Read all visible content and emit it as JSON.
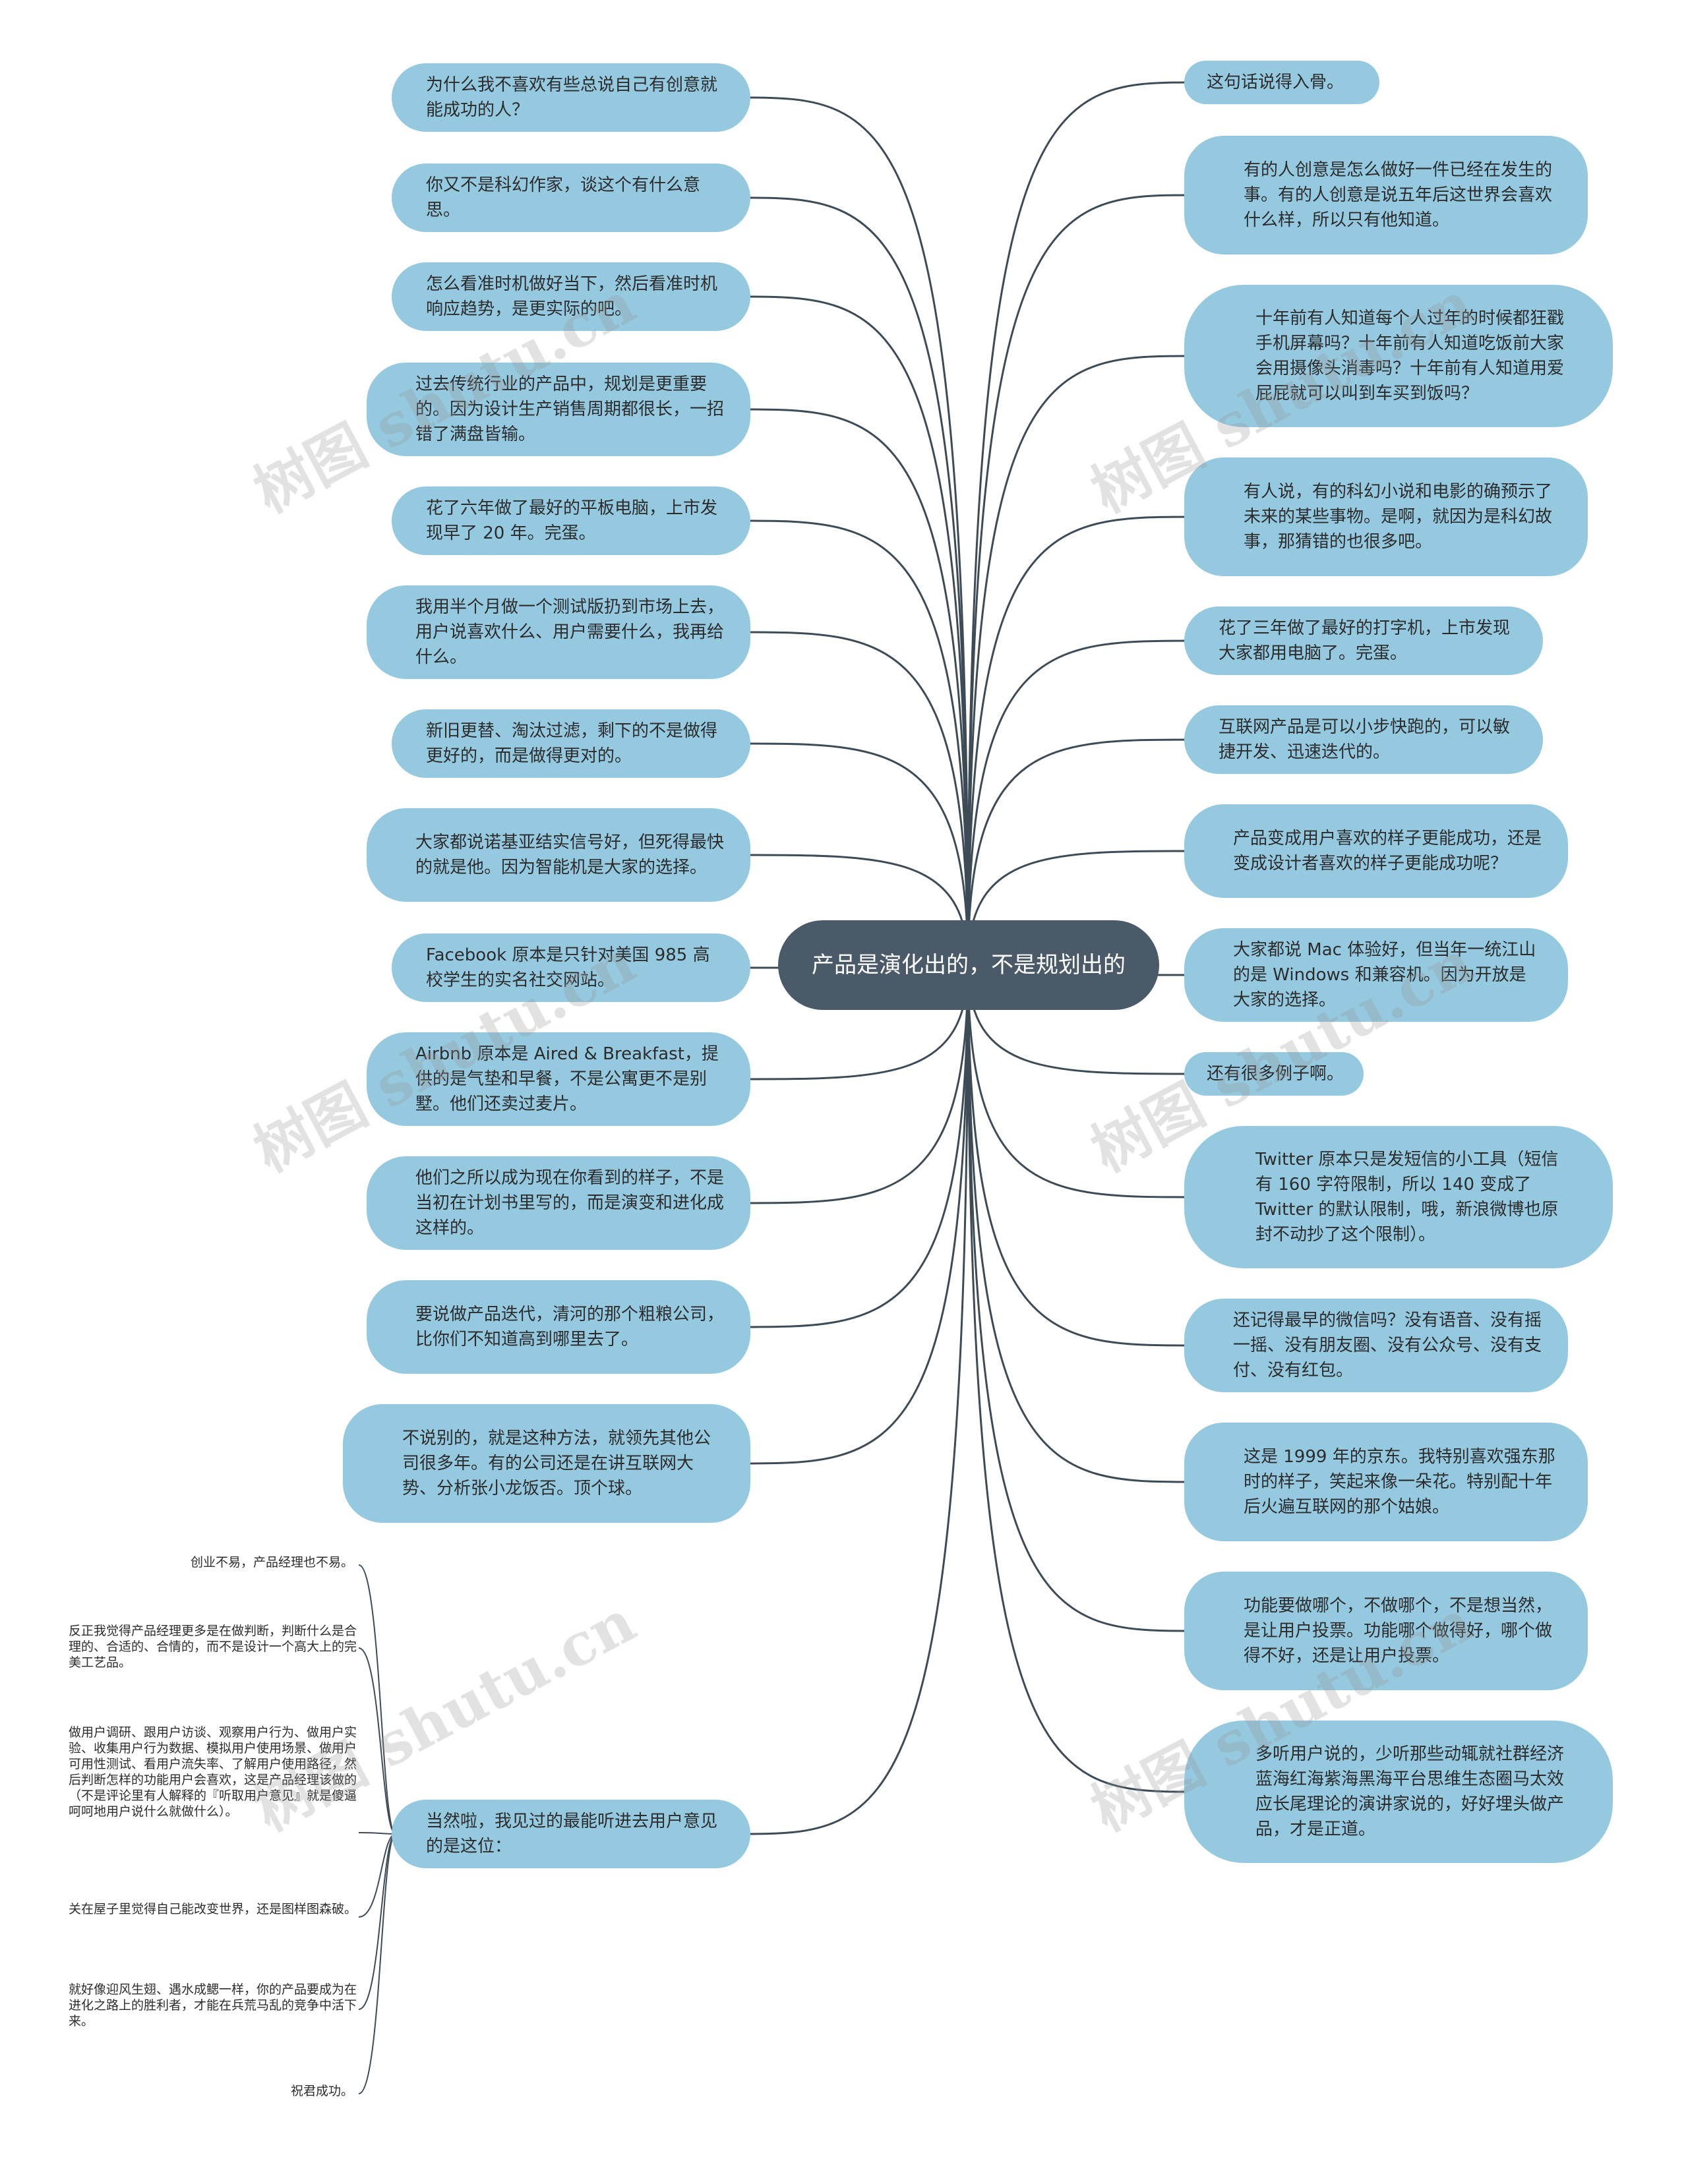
{
  "central": "产品是演化出的，不是规划出的",
  "left_nodes": [
    "为什么我不喜欢有些总说自己有创意就能成功的人？",
    "你又不是科幻作家，谈这个有什么意思。",
    "怎么看准时机做好当下，然后看准时机响应趋势，是更实际的吧。",
    "过去传统行业的产品中，规划是更重要的。因为设计生产销售周期都很长，一招错了满盘皆输。",
    "花了六年做了最好的平板电脑，上市发现早了 20 年。完蛋。",
    "我用半个月做一个测试版扔到市场上去，用户说喜欢什么、用户需要什么，我再给什么。",
    "新旧更替、淘汰过滤，剩下的不是做得更好的，而是做得更对的。",
    "大家都说诺基亚结实信号好，但死得最快的就是他。因为智能机是大家的选择。",
    "Facebook 原本是只针对美国 985 高校学生的实名社交网站。",
    "Airbnb 原本是 Aired & Breakfast，提供的是气垫和早餐，不是公寓更不是别墅。他们还卖过麦片。",
    "他们之所以成为现在你看到的样子，不是当初在计划书里写的，而是演变和进化成这样的。",
    "要说做产品迭代，清河的那个粗粮公司，比你们不知道高到哪里去了。",
    "不说别的，就是这种方法，就领先其他公司很多年。有的公司还是在讲互联网大势、分析张小龙饭否。顶个球。",
    "当然啦，我见过的最能听进去用户意见的是这位："
  ],
  "right_nodes": [
    "这句话说得入骨。",
    "有的人创意是怎么做好一件已经在发生的事。有的人创意是说五年后这世界会喜欢什么样，所以只有他知道。",
    "十年前有人知道每个人过年的时候都狂戳手机屏幕吗？十年前有人知道吃饭前大家会用摄像头消毒吗？十年前有人知道用爱屁屁就可以叫到车买到饭吗？",
    "有人说，有的科幻小说和电影的确预示了未来的某些事物。是啊，就因为是科幻故事，那猜错的也很多吧。",
    "花了三年做了最好的打字机，上市发现大家都用电脑了。完蛋。",
    "互联网产品是可以小步快跑的，可以敏捷开发、迅速迭代的。",
    "产品变成用户喜欢的样子更能成功，还是变成设计者喜欢的样子更能成功呢？",
    "大家都说 Mac 体验好，但当年一统江山的是 Windows 和兼容机。因为开放是大家的选择。",
    "还有很多例子啊。",
    "Twitter 原本只是发短信的小工具（短信有 160 字符限制，所以 140 变成了 Twitter 的默认限制，哦，新浪微博也原封不动抄了这个限制）。",
    "还记得最早的微信吗？没有语音、没有摇一摇、没有朋友圈、没有公众号、没有支付、没有红包。",
    "这是 1999 年的京东。我特别喜欢强东那时的样子，笑起来像一朵花。特别配十年后火遍互联网的那个姑娘。",
    "功能要做哪个，不做哪个，不是想当然，是让用户投票。功能哪个做得好，哪个做得不好，还是让用户投票。",
    "多听用户说的，少听那些动辄就社群经济蓝海红海紫海黑海平台思维生态圈马太效应长尾理论的演讲家说的，好好埋头做产品，才是正道。"
  ],
  "sub_leaves": [
    "创业不易，产品经理也不易。",
    "反正我觉得产品经理更多是在做判断，判断什么是合理的、合适的、合情的，而不是设计一个高大上的完美工艺品。",
    "做用户调研、跟用户访谈、观察用户行为、做用户实验、收集用户行为数据、模拟用户使用场景、做用户可用性测试、看用户流失率、了解用户使用路径，然后判断怎样的功能用户会喜欢，这是产品经理该做的（不是评论里有人解释的『听取用户意见』就是傻逼呵呵地用户说什么就做什么）。",
    "关在屋子里觉得自己能改变世界，还是图样图森破。",
    "就好像迎风生翅、遇水成鳃一样，你的产品要成为在进化之路上的胜利者，才能在兵荒马乱的竞争中活下来。",
    "祝君成功。"
  ],
  "watermark": "树图 shutu.cn",
  "colors": {
    "node_fill": "#95c9e0",
    "center_fill": "#4b5a68",
    "edge": "#3d4b57"
  }
}
